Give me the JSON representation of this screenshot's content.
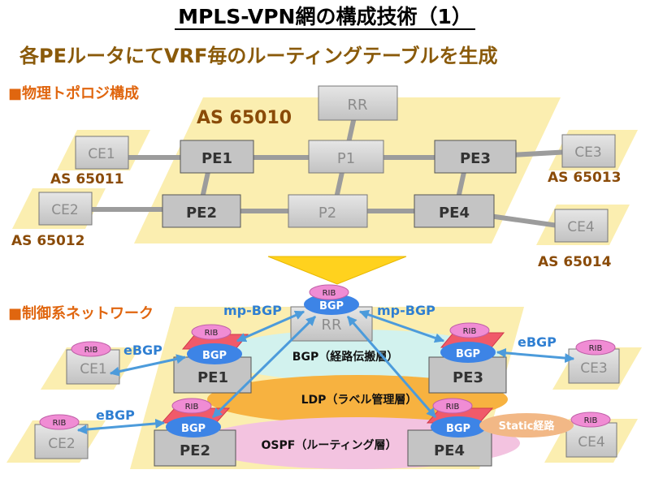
{
  "slide": {
    "title": "MPLS-VPN網の構成技術（1）",
    "subtitle": "各PEルータにてVRF毎のルーティングテーブルを生成"
  },
  "physical": {
    "heading": "■物理トポロジ構成",
    "provider_as": "AS 65010",
    "routers": {
      "rr": "RR",
      "pe1": "PE1",
      "p1": "P1",
      "pe3": "PE3",
      "pe2": "PE2",
      "p2": "P2",
      "pe4": "PE4",
      "ce1": "CE1",
      "ce2": "CE2",
      "ce3": "CE3",
      "ce4": "CE4"
    },
    "customer_as": {
      "ce1": "AS 65011",
      "ce2": "AS 65012",
      "ce3": "AS 65013",
      "ce4": "AS 65014"
    }
  },
  "control": {
    "heading": "■制御系ネットワーク",
    "routers": {
      "rr": "RR",
      "pe1": "PE1",
      "pe2": "PE2",
      "pe3": "PE3",
      "pe4": "PE4",
      "ce1": "CE1",
      "ce2": "CE2",
      "ce3": "CE3",
      "ce4": "CE4"
    },
    "rib_label": "RIB",
    "bgp_label": "BGP",
    "layers": {
      "bgp": "BGP（経路伝搬層）",
      "ldp": "LDP（ラベル管理層）",
      "ospf": "OSPF（ルーティング層）"
    },
    "protocols": {
      "mp_bgp_left": "mp-BGP",
      "mp_bgp_right": "mp-BGP",
      "ebgp_ce1": "eBGP",
      "ebgp_ce2": "eBGP",
      "ebgp_ce3": "eBGP",
      "static": "Static経路"
    }
  },
  "colors": {
    "title": "#000000",
    "subtitle": "#8a5a0a",
    "heading": "#e0660f",
    "as_label": "#8a4b08",
    "plane": "#fbeeb0",
    "router_fill": "#d0d0d0",
    "router_dark": "#c4c4c4",
    "link": "#9c9c9c",
    "arrow_down": "#ffd21e",
    "bgp_fill": "#3d84e6",
    "rib_fill": "#f08cd4",
    "vrf_fill": "#f05a6a",
    "arrow": "#4c9bdb",
    "layer_bgp": "#d2f2ee",
    "layer_ldp": "#f7b240",
    "layer_ospf": "#f3c3e0",
    "static_fill": "#f2b886"
  }
}
